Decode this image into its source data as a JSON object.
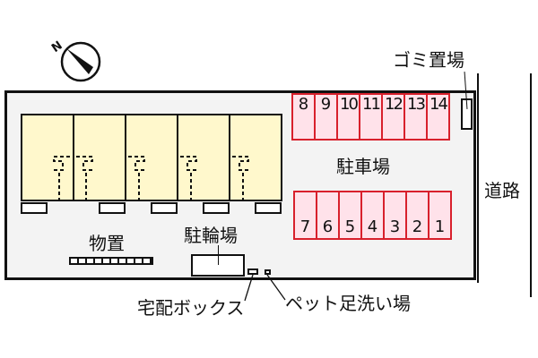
{
  "compass": {
    "label": "N"
  },
  "labels": {
    "garbage": "ゴミ置場",
    "parking": "駐車場",
    "road": "道路",
    "storage": "物置",
    "bicycle": "駐輪場",
    "delivery_box": "宅配ボックス",
    "pet_wash": "ペット足洗い場"
  },
  "parking_top": [
    "8",
    "9",
    "10",
    "11",
    "12",
    "13",
    "14"
  ],
  "parking_bottom": [
    "7",
    "6",
    "5",
    "4",
    "3",
    "2",
    "1"
  ],
  "colors": {
    "unit_fill": "#fff8cc",
    "slot_fill": "#ffe2ea",
    "slot_border": "#d8202c",
    "site_fill": "#f3f3f3"
  }
}
